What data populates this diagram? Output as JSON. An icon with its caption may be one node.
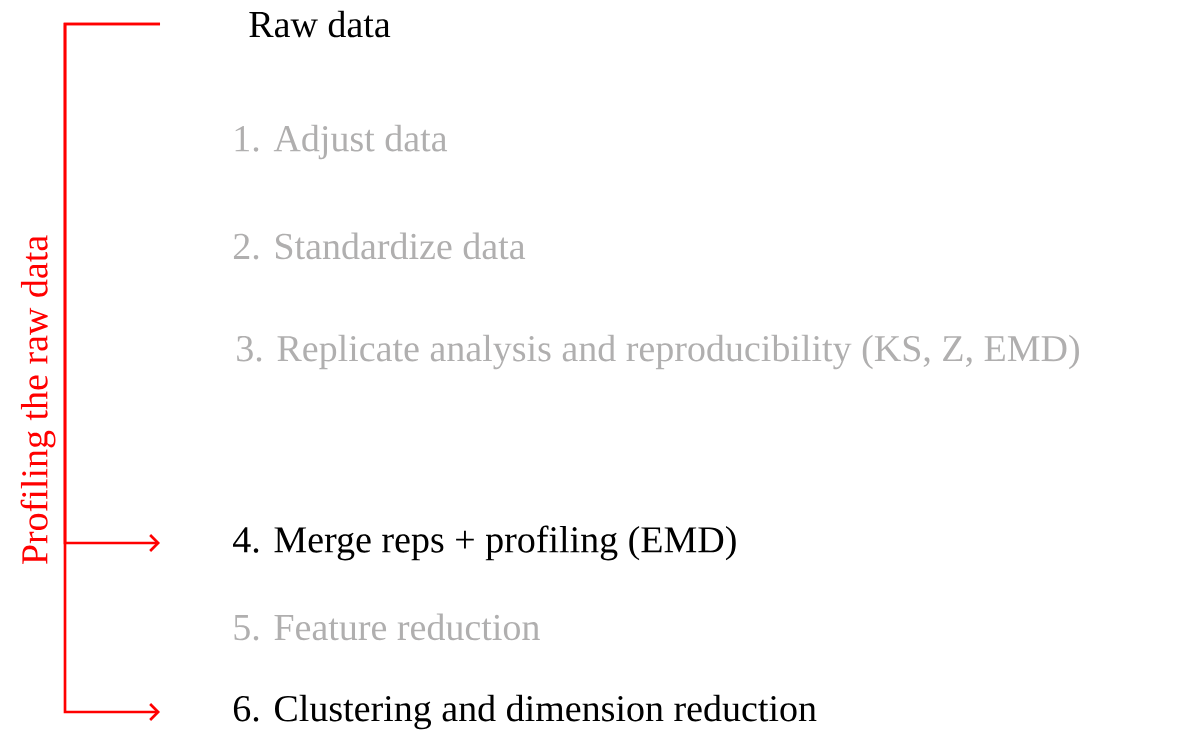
{
  "diagram": {
    "nodes": [
      {
        "text": [
          "Raw data"
        ]
      },
      {
        "text": [
          "1. Adjust data"
        ]
      },
      {
        "text": [
          "2. Standardize data"
        ]
      },
      {
        "text": [
          "3. Replicate analysis and reproducibility (KS, Z, EMD)"
        ]
      },
      {
        "text": [
          "4. Merge reps + profiling (EMD)"
        ]
      },
      {
        "text": [
          "5. Feature reduction"
        ]
      },
      {
        "text": [
          "6. Clustering and dimension reduction"
        ]
      }
    ],
    "edges": [
      {
        "from": 0,
        "to": 4,
        "arrow": "to",
        "label": "Profiling the raw data"
      },
      {
        "from": 0,
        "to": 6,
        "arrow": "to"
      }
    ]
  }
}
